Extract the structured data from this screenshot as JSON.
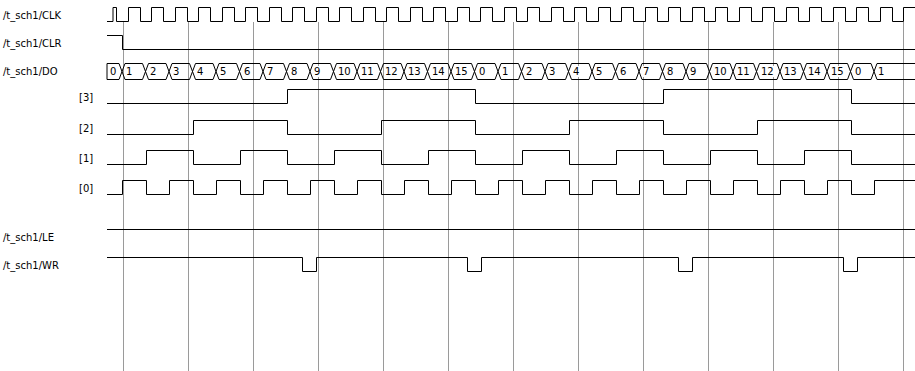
{
  "diagram": {
    "labels": [
      "/t_sch1/CLK",
      "/t_sch1/CLR",
      "/t_sch1/DO",
      "0",
      "1",
      "2",
      "3",
      "4",
      "5",
      "6",
      "7",
      "8",
      "9",
      "10",
      "11",
      "12",
      "13",
      "14",
      "15",
      "0",
      "1",
      "2",
      "3",
      "4",
      "5",
      "6",
      "7",
      "8",
      "9",
      "10",
      "11",
      "12",
      "13",
      "14",
      "15",
      "0",
      "1",
      "[3]",
      "[2]",
      "[1]",
      "[0]",
      "/t_sch1/LE",
      "/t_sch1/WR"
    ]
  }
}
